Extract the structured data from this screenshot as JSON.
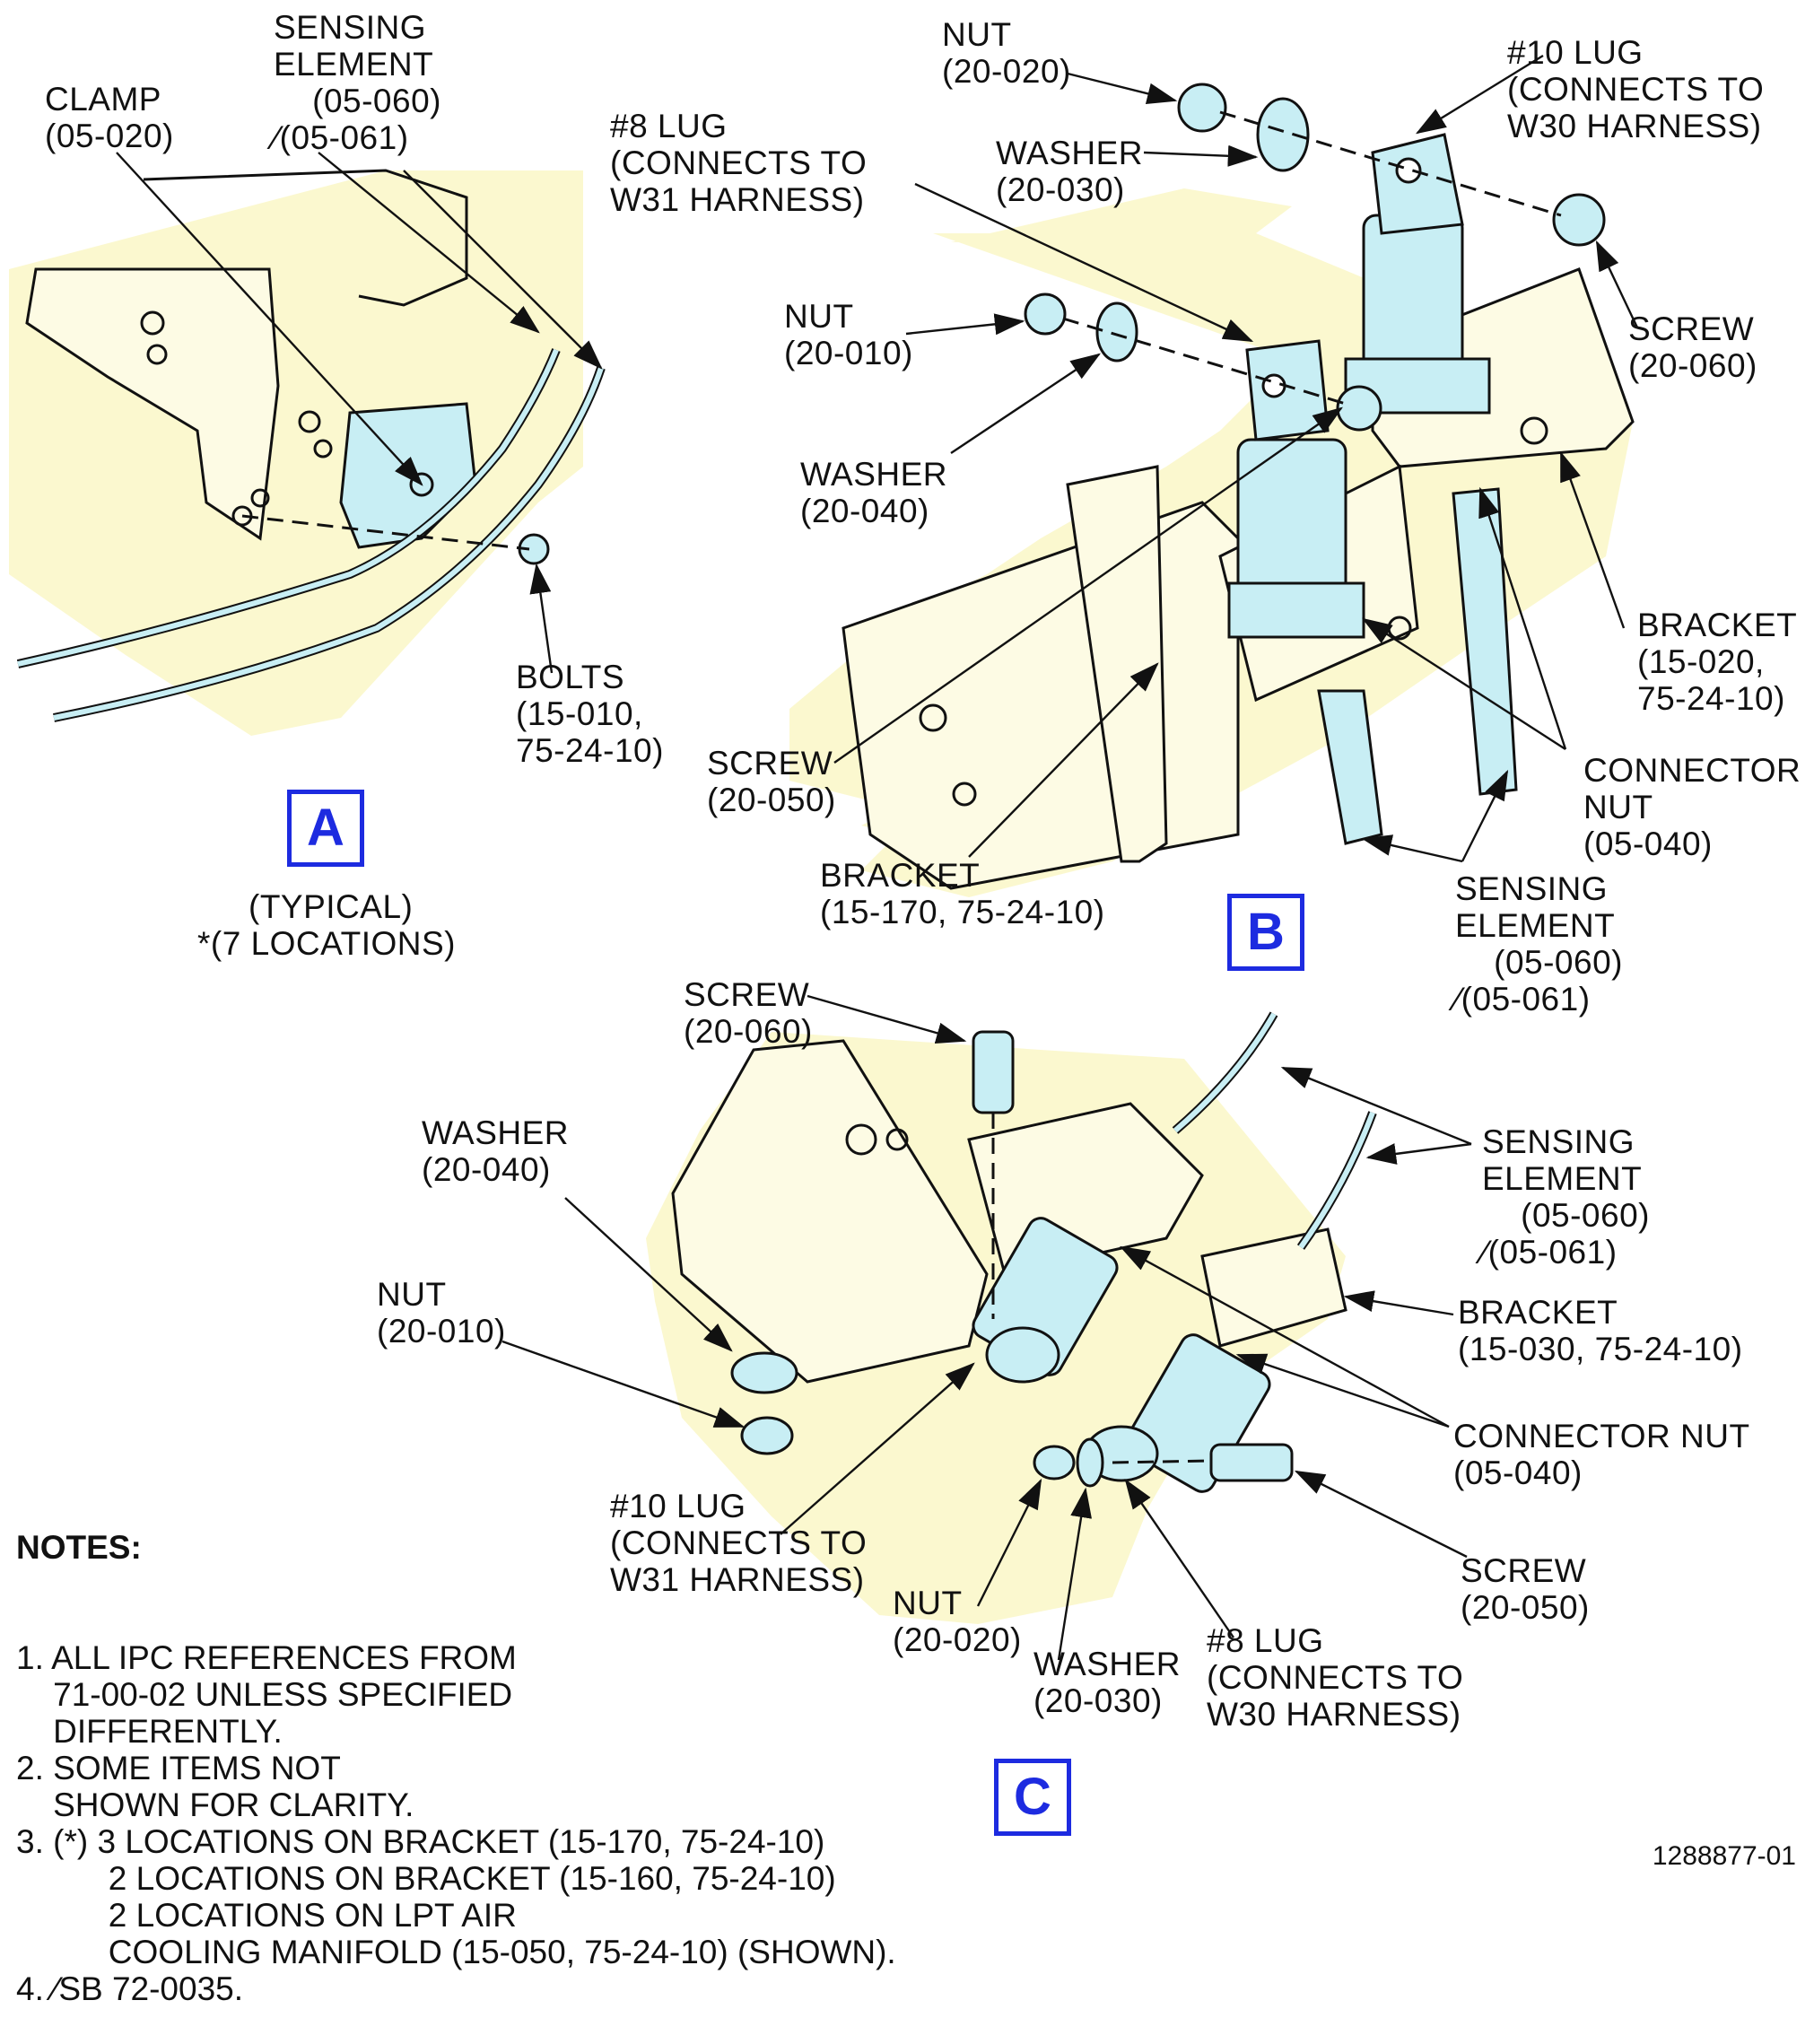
{
  "colors": {
    "shade": "#fbf8cf",
    "part_fill": "#c8eef4",
    "view_label": "#1d2be0"
  },
  "views": [
    {
      "letter": "A",
      "caption_1": "(TYPICAL)",
      "caption_2": "*(7 LOCATIONS)"
    },
    {
      "letter": "B"
    },
    {
      "letter": "C"
    }
  ],
  "callouts": {
    "a_sensing": "SENSING\nELEMENT\n    (05-060)\n∕(05-061)",
    "a_clamp": "CLAMP\n(05-020)",
    "a_bolts": "BOLTS\n(15-010,\n75-24-10)",
    "b_nut_top": "NUT\n(20-020)",
    "b_lug10": "#10 LUG\n(CONNECTS TO\nW30 HARNESS)",
    "b_lug8": "#8 LUG\n(CONNECTS TO\nW31 HARNESS)",
    "b_washer_top": "WASHER\n(20-030)",
    "b_nut_mid": "NUT\n(20-010)",
    "b_screw_right": "SCREW\n(20-060)",
    "b_washer_mid": "WASHER\n(20-040)",
    "b_bracket_right": "BRACKET\n(15-020,\n75-24-10)",
    "b_screw_left": "SCREW\n(20-050)",
    "b_connector_nut": "CONNECTOR\nNUT\n(05-040)",
    "b_bracket_bottom": "BRACKET\n(15-170, 75-24-10)",
    "b_sensing": "SENSING\nELEMENT\n    (05-060)\n∕(05-061)",
    "c_screw_top": "SCREW\n(20-060)",
    "c_washer": "WASHER\n(20-040)",
    "c_sensing": "SENSING\nELEMENT\n    (05-060)\n∕(05-061)",
    "c_nut_left": "NUT\n(20-010)",
    "c_bracket": "BRACKET\n(15-030, 75-24-10)",
    "c_connector_nut": "CONNECTOR NUT\n(05-040)",
    "c_lug10": "#10 LUG\n(CONNECTS TO\nW31 HARNESS)",
    "c_screw_right": "SCREW\n(20-050)",
    "c_nut_bottom": "NUT\n(20-020)",
    "c_washer_bottom": "WASHER\n(20-030)",
    "c_lug8": "#8 LUG\n(CONNECTS TO\nW30 HARNESS)"
  },
  "notes": {
    "title": "NOTES:",
    "body": "1. ALL IPC REFERENCES FROM\n    71-00-02 UNLESS SPECIFIED\n    DIFFERENTLY.\n2. SOME ITEMS NOT\n    SHOWN FOR CLARITY.\n3. (*) 3 LOCATIONS ON BRACKET (15-170, 75-24-10)\n          2 LOCATIONS ON BRACKET (15-160, 75-24-10)\n          2 LOCATIONS ON LPT AIR\n          COOLING MANIFOLD (15-050, 75-24-10) (SHOWN).\n4. ∕SB 72-0035."
  },
  "figure_number": "1288877-01"
}
